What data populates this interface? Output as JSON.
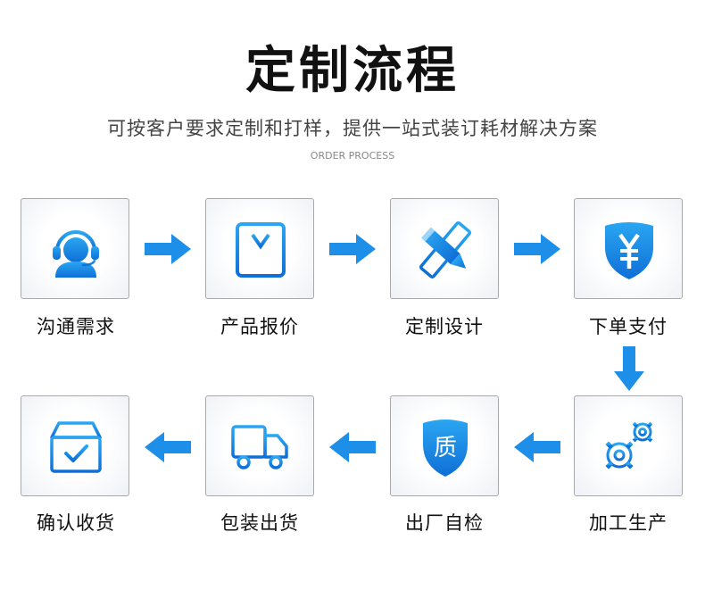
{
  "title": "定制流程",
  "subtitle": "可按客户要求定制和打样，提供一站式装订耗材解决方案",
  "subtitle_en": "ORDER PROCESS",
  "accent": "#1e8fe8",
  "steps": [
    {
      "label": "沟通需求",
      "icon": "customer-service-icon"
    },
    {
      "label": "产品报价",
      "icon": "yuan-quote-icon"
    },
    {
      "label": "定制设计",
      "icon": "pencil-ruler-icon"
    },
    {
      "label": "下单支付",
      "icon": "yuan-shield-icon"
    },
    {
      "label": "加工生产",
      "icon": "gears-icon"
    },
    {
      "label": "出厂自检",
      "icon": "quality-shield-icon",
      "glyph": "质"
    },
    {
      "label": "包装出货",
      "icon": "delivery-truck-icon"
    },
    {
      "label": "确认收货",
      "icon": "received-box-icon"
    }
  ]
}
